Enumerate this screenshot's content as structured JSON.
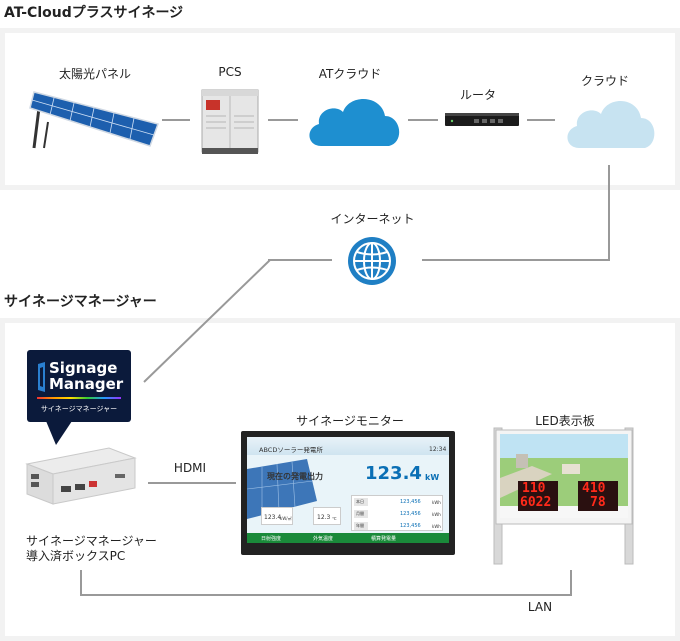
{
  "sections": {
    "atcloud_title": "AT-Cloudプラスサイネージ",
    "signage_title": "サイネージマネージャー"
  },
  "atcloud_row": {
    "solar_label": "太陽光パネル",
    "pcs_label": "PCS",
    "atcloud_label": "ATクラウド",
    "router_label": "ルータ",
    "cloud_label": "クラウド"
  },
  "internet_label": "インターネット",
  "signage_logo": {
    "line1": "Signage",
    "line2": "Manager",
    "sub": "サイネージマネージャー"
  },
  "pc_label_line1": "サイネージマネージャー",
  "pc_label_line2": "導入済ボックスPC",
  "hdmi_label": "HDMI",
  "monitor_label": "サイネージモニター",
  "led_label": "LED表示板",
  "lan_label": "LAN",
  "monitor_screen": {
    "plant_name": "ABCDソーラー発電所",
    "time": "12:34",
    "current_power_label": "現在の発電出力",
    "current_power_value": "123.4",
    "current_power_unit": "kW",
    "irradiance_value": "123.4",
    "irradiance_unit": "kW/㎡",
    "temp_value": "12.3",
    "temp_unit": "℃",
    "rows": [
      {
        "label": "本日",
        "value": "123,456",
        "unit": "kWh"
      },
      {
        "label": "月間",
        "value": "123,456",
        "unit": "kWh"
      },
      {
        "label": "年間",
        "value": "123,456",
        "unit": "kWh"
      }
    ],
    "footer": [
      "日射強度",
      "外気温度",
      "積算発電量"
    ]
  },
  "led_board": {
    "digits_left_top": "110",
    "digits_left_bottom": "6022",
    "digits_right_top": "410",
    "digits_right_bottom": "78"
  },
  "colors": {
    "panel_bg": "#f2f2f2",
    "line": "#999999",
    "cloud_blue": "#1e8fd0",
    "cloud_light": "#c7e3f1",
    "globe_blue": "#1f7fc4",
    "logo_bg": "#0b1a3b"
  }
}
